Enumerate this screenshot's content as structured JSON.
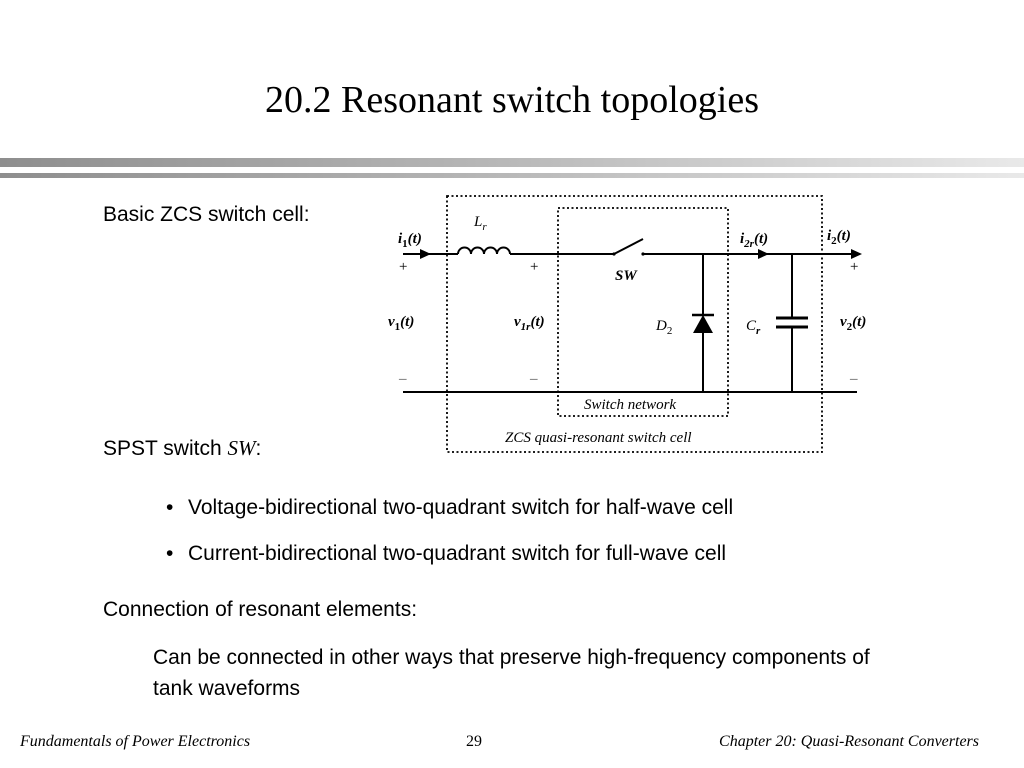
{
  "slide": {
    "title": "20.2  Resonant switch topologies",
    "basic_label": "Basic ZCS switch cell:",
    "spst_label": "SPST switch ",
    "spst_sw": "SW",
    "spst_colon": ":",
    "bullets": [
      "Voltage-bidirectional two-quadrant switch for half-wave cell",
      "Current-bidirectional two-quadrant switch for full-wave cell"
    ],
    "connection_label": "Connection of resonant elements:",
    "connection_text": "Can be connected in other ways that preserve high-frequency components of tank waveforms"
  },
  "diagram": {
    "i1": "i",
    "i1_sub": "1",
    "i1_t": "(t)",
    "v1": "v",
    "v1_sub": "1",
    "v1_t": "(t)",
    "Lr": "L",
    "Lr_sub": "r",
    "v1r": "v",
    "v1r_sub": "1r",
    "v1r_t": "(t)",
    "sw": "SW",
    "D2": "D",
    "D2_sub": "2",
    "i2r": "i",
    "i2r_sub": "2r",
    "i2r_t": "(t)",
    "Cr": "C",
    "Cr_sub": "r",
    "i2": "i",
    "i2_sub": "2",
    "i2_t": "(t)",
    "v2": "v",
    "v2_sub": "2",
    "v2_t": "(t)",
    "plus": "+",
    "minus": "–",
    "switch_network": "Switch network",
    "cell_caption": "ZCS quasi-resonant switch cell"
  },
  "footer": {
    "left": "Fundamentals of Power Electronics",
    "page": "29",
    "right": "Chapter 20:  Quasi-Resonant Converters"
  }
}
